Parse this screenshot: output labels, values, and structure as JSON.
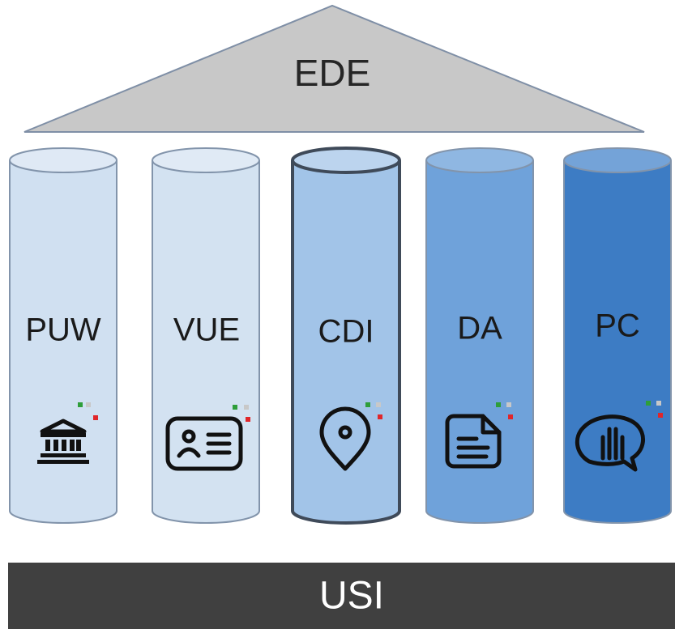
{
  "roof": {
    "label": "EDE"
  },
  "pillars": [
    {
      "label": "PUW",
      "icon": "bank-building-icon",
      "color": "#d0e0f1"
    },
    {
      "label": "VUE",
      "icon": "id-card-icon",
      "color": "#d3e2f1"
    },
    {
      "label": "CDI",
      "icon": "map-pin-icon",
      "color": "#a2c4e8"
    },
    {
      "label": "DA",
      "icon": "document-icon",
      "color": "#6fa2da"
    },
    {
      "label": "PC",
      "icon": "hand-speech-icon",
      "color": "#3d7cc4"
    }
  ],
  "base": {
    "label": "USI"
  },
  "colors": {
    "roof": "#c8c8c8",
    "roof_stroke": "#7f8fa6",
    "pillar_stroke": "#8294ab",
    "highlight_stroke": "#3f4a59",
    "base": "#404040",
    "flag_green": "#2e9e3a",
    "flag_grey": "#c8c8c8",
    "flag_red": "#e0262a"
  }
}
